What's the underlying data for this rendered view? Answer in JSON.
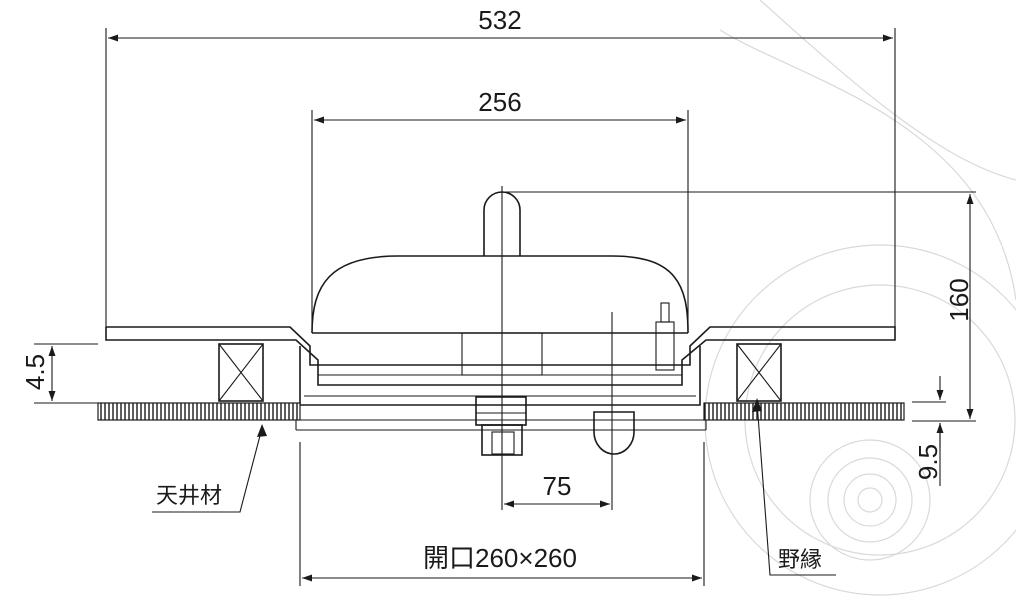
{
  "dimensions": {
    "overall_width": "532",
    "unit_width": "256",
    "height": "160",
    "ceiling_gap": "4.5",
    "panel_thickness": "9.5",
    "offset": "75",
    "opening": "開口260×260"
  },
  "callouts": {
    "ceiling_material": "天井材",
    "furring_strip": "野縁"
  },
  "colors": {
    "line": "#1a1a1a",
    "watermark": "#d9d9d9",
    "background": "#ffffff"
  }
}
